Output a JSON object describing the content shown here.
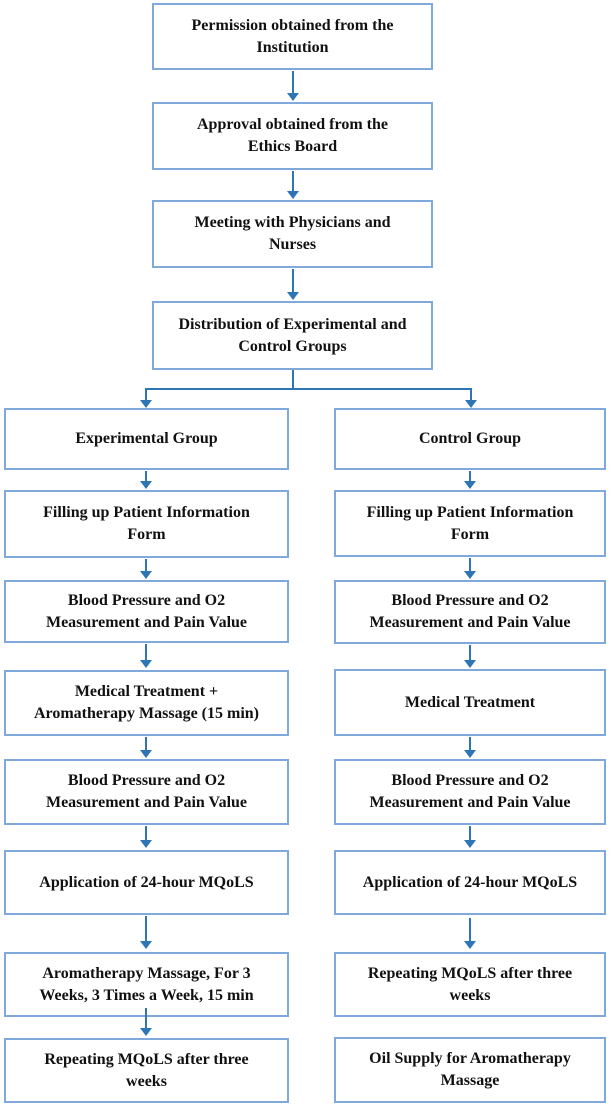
{
  "palette": {
    "box_border": "#7EA9DA",
    "arrow": "#2E75B6",
    "text": "#111111",
    "background": "#FFFFFF"
  },
  "flowchart": {
    "top_boxes": [
      {
        "label": "Permission obtained from the\nInstitution"
      },
      {
        "label": "Approval obtained from the\nEthics Board"
      },
      {
        "label": "Meeting with Physicians and\nNurses"
      },
      {
        "label": "Distribution of Experimental and\nControl Groups"
      }
    ],
    "left_column": {
      "boxes": [
        {
          "label": "Experimental Group"
        },
        {
          "label": "Filling up Patient Information\nForm"
        },
        {
          "label": "Blood Pressure and O2\nMeasurement and Pain Value"
        },
        {
          "label": "Medical Treatment +\nAromatherapy Massage (15 min)"
        },
        {
          "label": "Blood Pressure and O2\nMeasurement and Pain Value"
        },
        {
          "label": "Application of 24-hour MQoLS"
        },
        {
          "label": "Aromatherapy Massage, For 3\nWeeks, 3 Times a Week, 15 min"
        },
        {
          "label": "Repeating MQoLS after three\nweeks"
        }
      ]
    },
    "right_column": {
      "boxes": [
        {
          "label": "Control Group"
        },
        {
          "label": "Filling up Patient Information\nForm"
        },
        {
          "label": "Blood Pressure and O2\nMeasurement and Pain Value"
        },
        {
          "label": "Medical Treatment"
        },
        {
          "label": "Blood Pressure and O2\nMeasurement and Pain Value"
        },
        {
          "label": "Application of 24-hour MQoLS"
        },
        {
          "label": "Repeating MQoLS after three\nweeks"
        },
        {
          "label": "Oil Supply for Aromatherapy\nMassage"
        }
      ]
    }
  }
}
